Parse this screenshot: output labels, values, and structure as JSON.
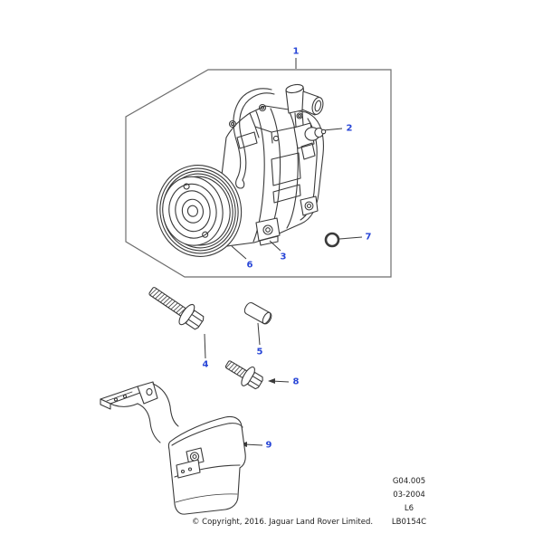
{
  "colors": {
    "accent": "#2846d7",
    "line": "#3a3a3a",
    "frame": "#6e6e6e",
    "ink": "#1c1c1c",
    "bg": "#ffffff"
  },
  "callouts": [
    {
      "label": "1"
    },
    {
      "label": "2"
    },
    {
      "label": "3"
    },
    {
      "label": "4"
    },
    {
      "label": "5"
    },
    {
      "label": "6"
    },
    {
      "label": "7"
    },
    {
      "label": "8"
    },
    {
      "label": "9"
    }
  ],
  "footer": {
    "ref_lines": [
      "G04.005",
      "03-2004",
      "L6",
      "LB0154C"
    ],
    "copyright": "© Copyright, 2016. Jaguar Land Rover Limited."
  }
}
